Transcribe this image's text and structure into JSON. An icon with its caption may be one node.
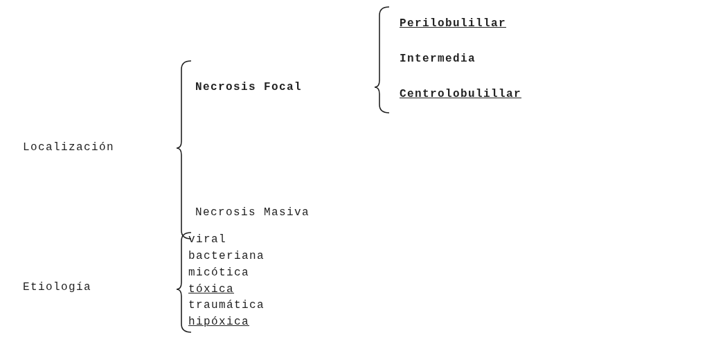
{
  "diagram": {
    "labels": [
      "Localización",
      "Necrosis Focal",
      "Perilobulillar",
      "Intermedia",
      "Centrolobulillar",
      "Necrosis Masiva",
      "Etiología",
      "viral",
      "bacteriana",
      "micótica",
      "tóxica",
      "traumática",
      "hipóxica"
    ]
  }
}
